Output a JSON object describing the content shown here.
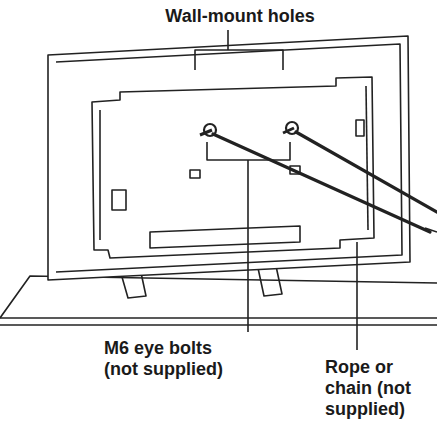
{
  "diagram": {
    "labels": [
      "Wall-mount holes",
      "M6 eye bolts (not supplied)",
      "Rope or chain (not supplied)"
    ]
  }
}
